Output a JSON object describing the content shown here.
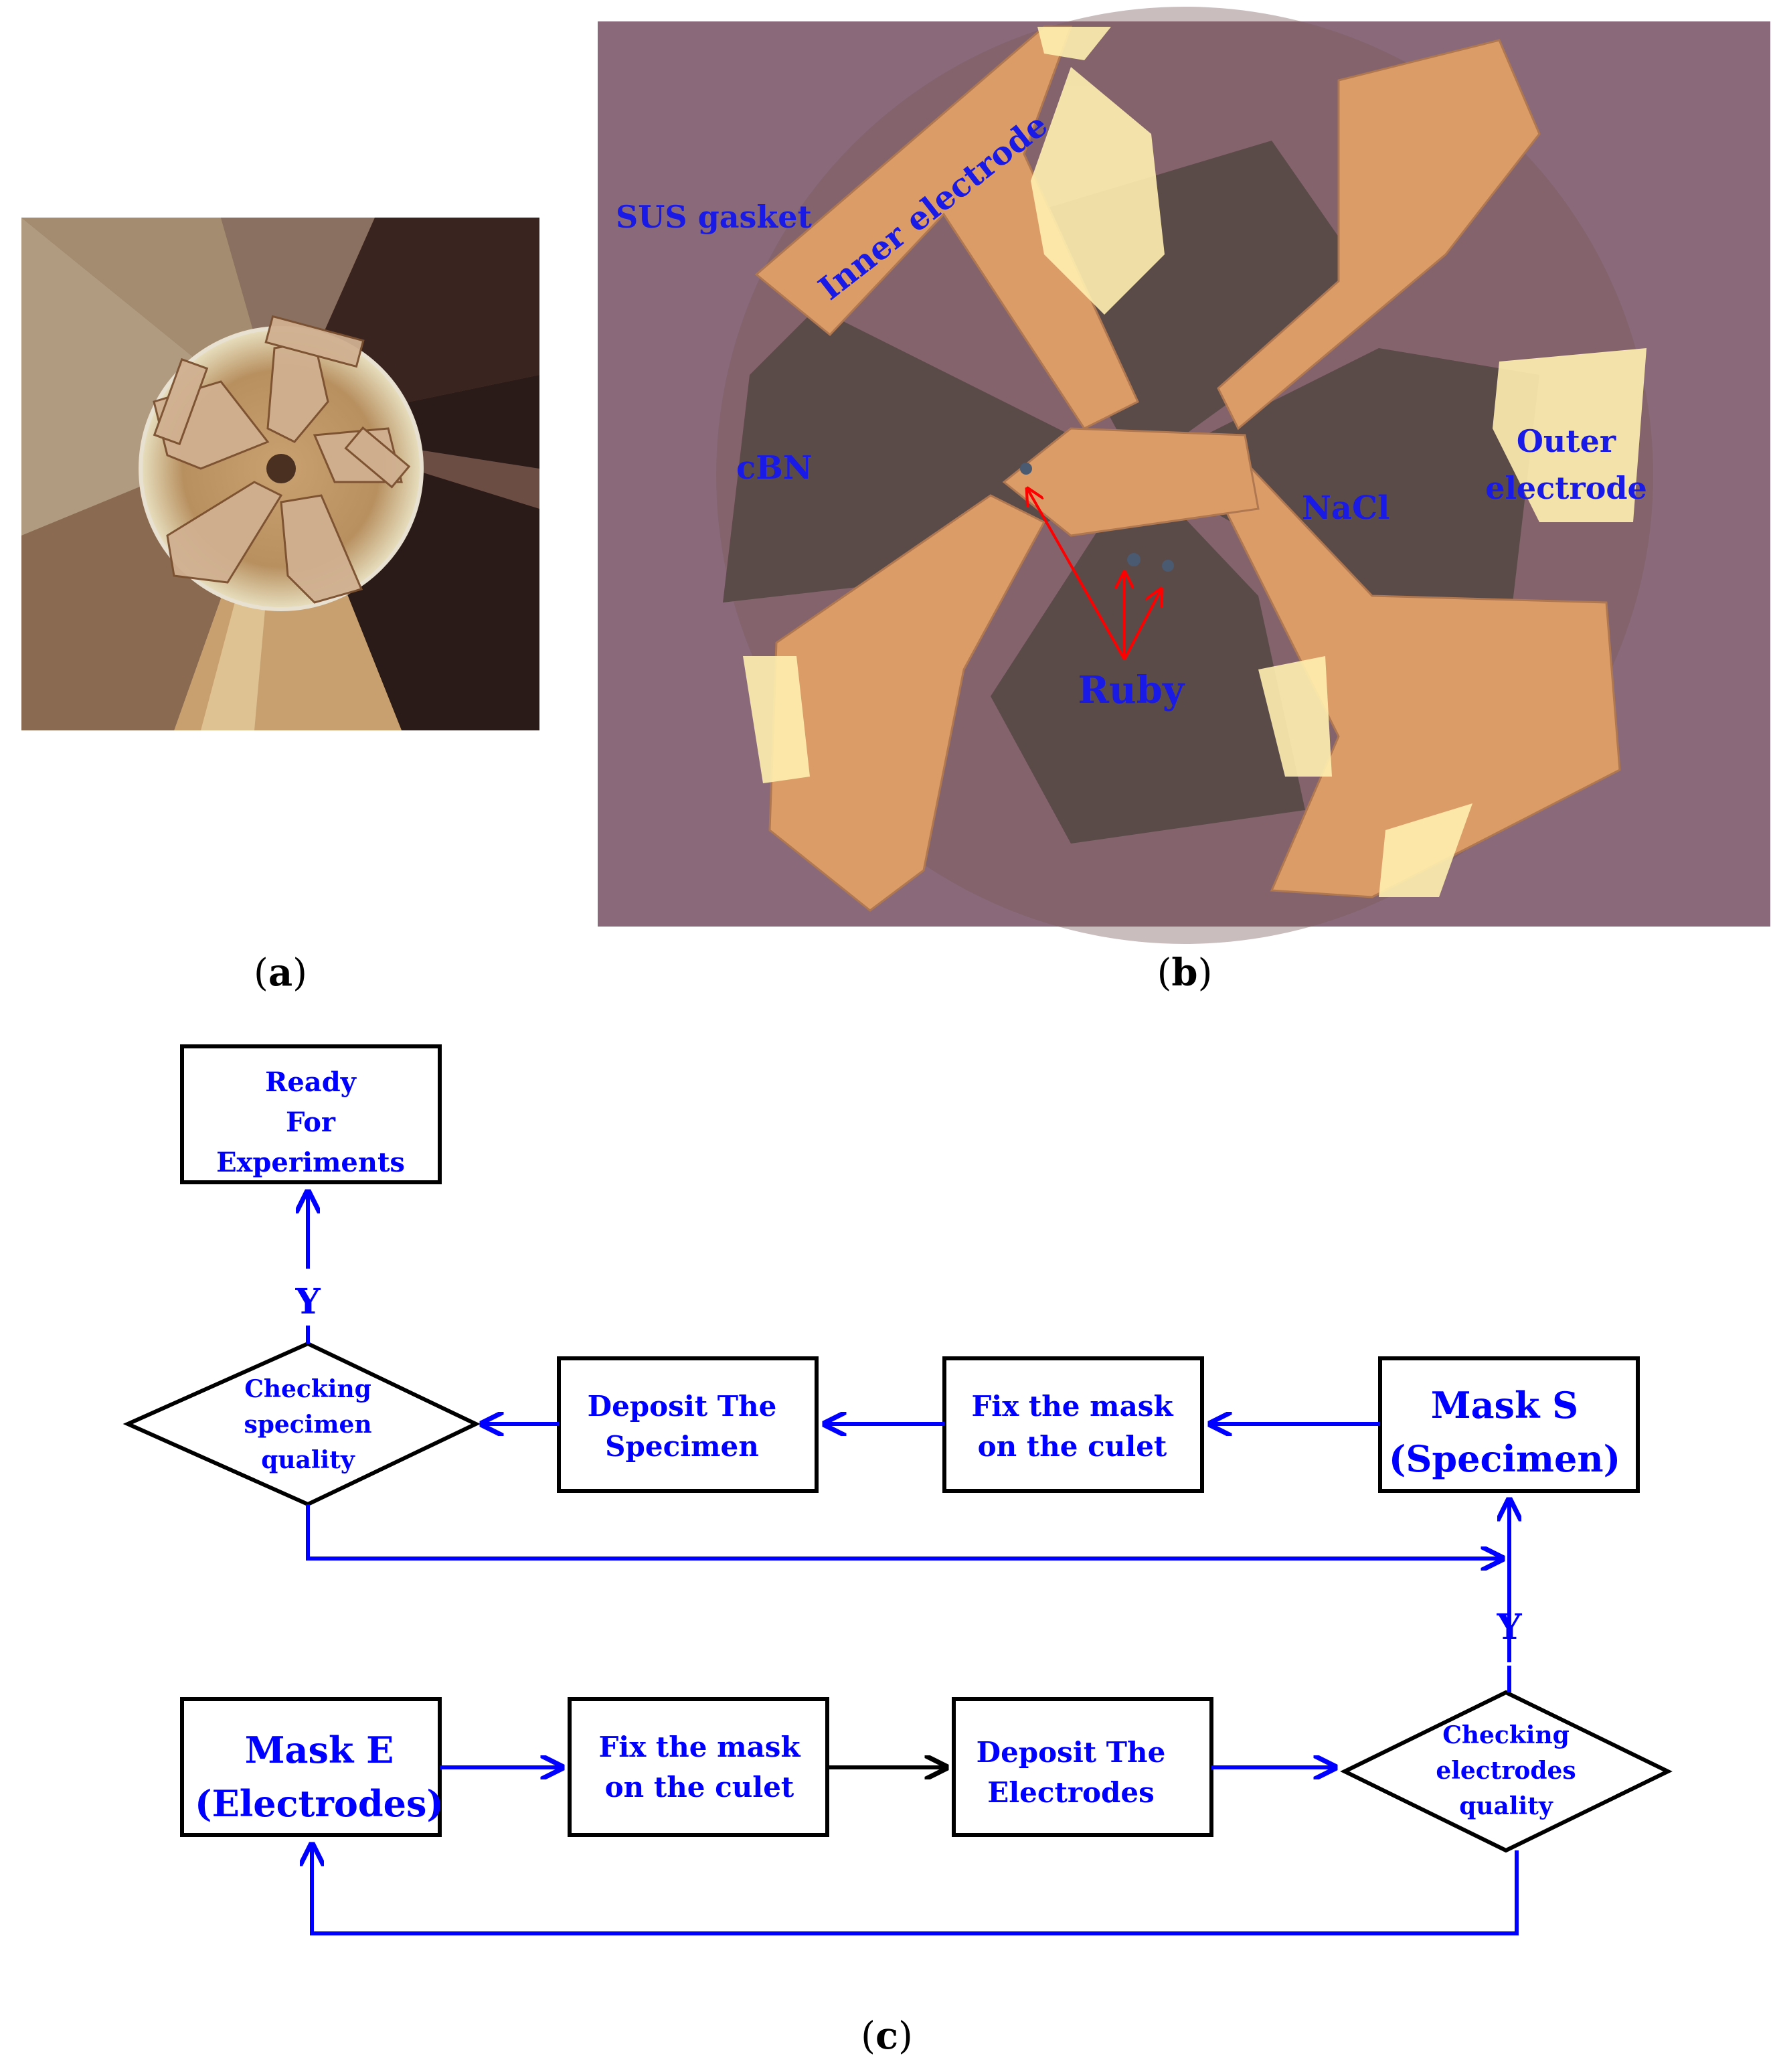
{
  "panel_a": {
    "caption_letter": "a"
  },
  "panel_b": {
    "caption_letter": "b",
    "labels": {
      "sus_gasket": "SUS gasket",
      "inner_electrode": "Inner electrode",
      "cbn": "cBN",
      "outer_electrode_line1": "Outer",
      "outer_electrode_line2": "electrode",
      "nacl": "NaCl",
      "ruby": "Ruby"
    },
    "colors": {
      "background": "#8a6a7a",
      "electrode": "#e0a06a",
      "dark_region": "#5a4a4a",
      "label_blue": "#1a1ae6",
      "arrow_red": "#ff0000"
    }
  },
  "panel_c": {
    "caption_letter": "c",
    "colors": {
      "flow_blue": "#0000ff",
      "box_border": "#000000"
    },
    "top_row": {
      "ready_box": [
        "Ready",
        "For",
        "Experiments"
      ],
      "check_specimen": [
        "Checking",
        "specimen",
        "quality"
      ],
      "deposit_specimen": [
        "Deposit The",
        "Specimen"
      ],
      "fix_mask_top": [
        "Fix the mask",
        "on the culet"
      ],
      "mask_s": [
        "Mask S",
        "(Specimen)"
      ],
      "yes_top": "Y"
    },
    "bottom_row": {
      "mask_e": [
        "Mask E",
        "(Electrodes)"
      ],
      "fix_mask_bottom": [
        "Fix the mask",
        "on the culet"
      ],
      "deposit_electrodes": [
        "Deposit The",
        "Electrodes"
      ],
      "check_electrodes": [
        "Checking",
        "electrodes",
        "quality"
      ],
      "yes_bottom": "Y"
    }
  }
}
